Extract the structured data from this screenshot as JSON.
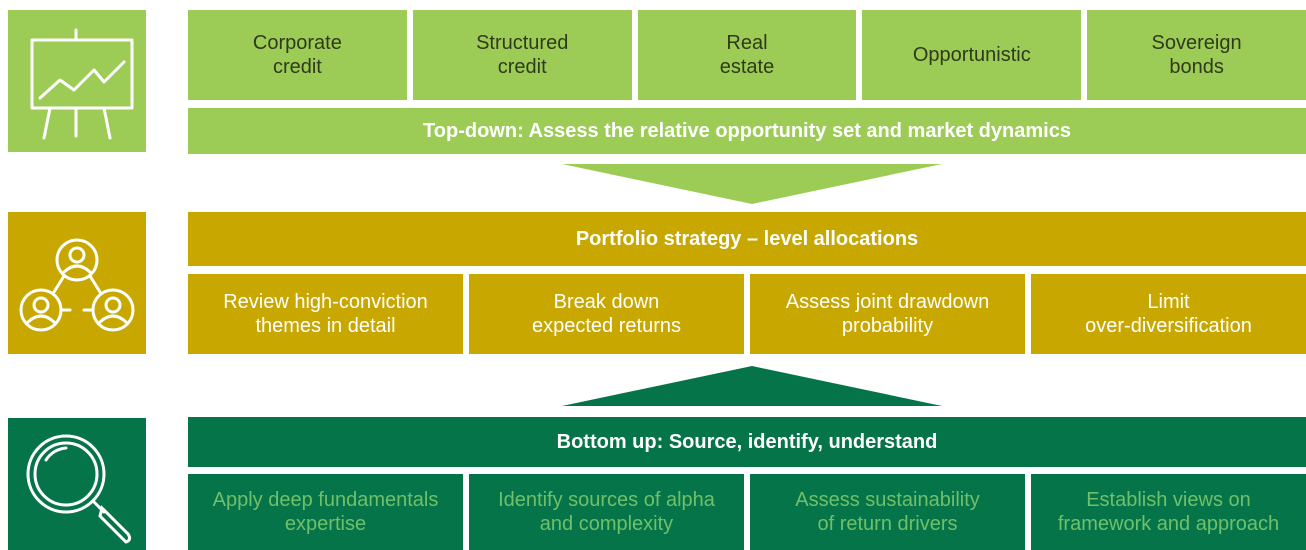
{
  "colors": {
    "light_green": "#9dcc56",
    "gold": "#c8a800",
    "dark_green": "#067449"
  },
  "icons": {
    "top": "presentation-chart-icon",
    "middle": "people-network-icon",
    "bottom": "magnifying-glass-icon"
  },
  "top": {
    "asset_classes": [
      "Corporate\ncredit",
      "Structured\ncredit",
      "Real\nestate",
      "Opportunistic",
      "Sovereign\nbonds"
    ],
    "bar": "Top-down: Assess the relative opportunity set and market dynamics"
  },
  "middle": {
    "bar": "Portfolio strategy – level allocations",
    "items": [
      "Review high-conviction\nthemes in detail",
      "Break down\nexpected returns",
      "Assess joint drawdown\nprobability",
      "Limit\nover-diversification"
    ]
  },
  "bottom": {
    "bar": "Bottom up: Source, identify, understand",
    "items": [
      "Apply deep fundamentals\nexpertise",
      "Identify sources of alpha\nand complexity",
      "Assess sustainability\nof return drivers",
      "Establish views on\nframework and approach"
    ]
  }
}
